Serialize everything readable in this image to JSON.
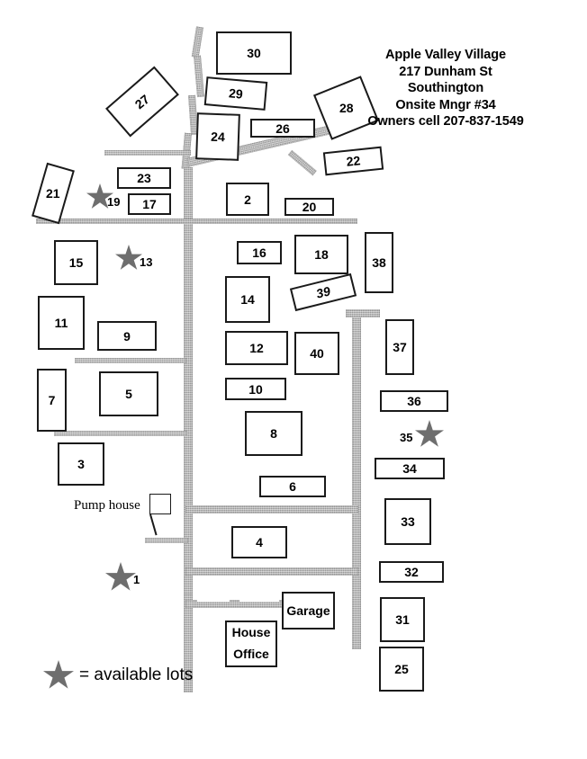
{
  "title": {
    "lines": [
      "Apple Valley Village",
      "217 Dunham St",
      "Southington",
      "Onsite Mngr #34",
      "Owners cell 207-837-1549"
    ]
  },
  "legend": {
    "star_text": "= available lots",
    "star_color": "#6e6e6e"
  },
  "colors": {
    "road": "#aaaaaa",
    "lot_border": "#1a1a1a",
    "lot_fill": "#ffffff",
    "star": "#6e6e6e",
    "text": "#000000"
  },
  "labels": {
    "pump_house": "Pump house",
    "garage": "Garage",
    "house": "House",
    "office": "Office"
  },
  "lots": [
    {
      "id": "30",
      "label": "30"
    },
    {
      "id": "29",
      "label": "29"
    },
    {
      "id": "27",
      "label": "27"
    },
    {
      "id": "28",
      "label": "28"
    },
    {
      "id": "24",
      "label": "24"
    },
    {
      "id": "26",
      "label": "26"
    },
    {
      "id": "22",
      "label": "22"
    },
    {
      "id": "21",
      "label": "21"
    },
    {
      "id": "23",
      "label": "23"
    },
    {
      "id": "17",
      "label": "17"
    },
    {
      "id": "2",
      "label": "2"
    },
    {
      "id": "20",
      "label": "20"
    },
    {
      "id": "15",
      "label": "15"
    },
    {
      "id": "16",
      "label": "16"
    },
    {
      "id": "18",
      "label": "18"
    },
    {
      "id": "38",
      "label": "38"
    },
    {
      "id": "11",
      "label": "11"
    },
    {
      "id": "14",
      "label": "14"
    },
    {
      "id": "39",
      "label": "39"
    },
    {
      "id": "9",
      "label": "9"
    },
    {
      "id": "12",
      "label": "12"
    },
    {
      "id": "40",
      "label": "40"
    },
    {
      "id": "37",
      "label": "37"
    },
    {
      "id": "7",
      "label": "7"
    },
    {
      "id": "5",
      "label": "5"
    },
    {
      "id": "10",
      "label": "10"
    },
    {
      "id": "36",
      "label": "36"
    },
    {
      "id": "8",
      "label": "8"
    },
    {
      "id": "3",
      "label": "3"
    },
    {
      "id": "34",
      "label": "34"
    },
    {
      "id": "6",
      "label": "6"
    },
    {
      "id": "33",
      "label": "33"
    },
    {
      "id": "4",
      "label": "4"
    },
    {
      "id": "32",
      "label": "32"
    },
    {
      "id": "31",
      "label": "31"
    },
    {
      "id": "25",
      "label": "25"
    }
  ],
  "stars": [
    {
      "id": "19",
      "label": "19"
    },
    {
      "id": "13",
      "label": "13"
    },
    {
      "id": "35",
      "label": "35"
    },
    {
      "id": "1",
      "label": "1"
    }
  ]
}
